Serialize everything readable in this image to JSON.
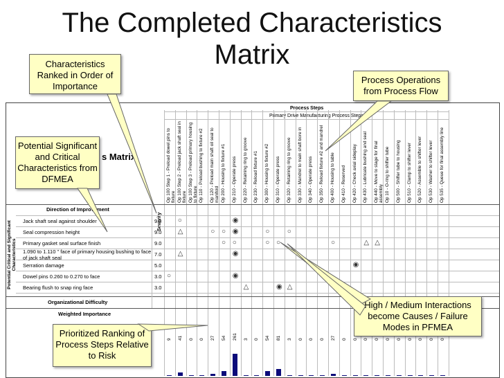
{
  "title_line1": "The Completed Characteristics",
  "title_line2": "Matrix",
  "matrix": {
    "process_steps_header": "Process Steps",
    "subheader": "Primary Drive Manufacturing Process Steps",
    "side_label": "Potential Critical and Significant Characteristics",
    "partial_title": "s Matrix",
    "direction_label": "Direction of Improvement",
    "severity_header": "Severity",
    "org_difficulty_label": "Organizational Difficulty",
    "weighted_importance_label": "Weighted Importance",
    "columns": [
      "Op 100 Step 1 - Preload dowel pins to fixture",
      "Op 100 Step 2 - Preload jack shaft seal in fixture",
      "Op 100 Step 3 - Preload primary housing to fixture",
      "Op 110 - Preload bushing to fixture #2",
      "Op 120 - Preload main shaft oil seal to manifold",
      "Op 200 - Housing to fixture #1",
      "Op 210 - Operate press",
      "Op 220 - Retaining ring to groove",
      "Op 230 - Reload fixture #1",
      "Op 300 - Housing to fixture #2",
      "Op 310 - Operate press",
      "Op 320 - Retaining ring to groove",
      "Op 330 - Mandrel to main shaft bore in",
      "Op 340 - Operate press",
      "Op 350 - Reload fixture #2 and mandrel",
      "Op 400 - Housing to table",
      "Op 410 - Reserved",
      "Op 420 - Check axial sideplay",
      "Op 430 - Lubricate bushing and seal",
      "Op 440 - Move to stage for final assembly",
      "Op 10 - O-ring to shifter tube",
      "Op 500 - Shifter tube to housing",
      "Op 510 - Clamp to shifter lever",
      "Op 520 - Assemble to shifter lever",
      "Op 530 - Washer to shifter lever",
      "Op 535 - Queue for final assembly line"
    ],
    "rows": [
      {
        "label": "Jack shaft seal against shoulder",
        "severity": "9.0"
      },
      {
        "label": "Seal compression height",
        "severity": "9.0"
      },
      {
        "label": "Primary gasket seal surface finish",
        "severity": "9.0"
      },
      {
        "label": "1.090 to 1.110 \" face of primary housing bushing to face of jack shaft seal",
        "severity": "7.0"
      },
      {
        "label": "Serration damage",
        "severity": "5.0"
      },
      {
        "label": "Dowel pins 0.260 to 0.270 to face",
        "severity": "3.0"
      },
      {
        "label": "Bearing flush to snap ring face",
        "severity": "3.0"
      }
    ],
    "weighted_values": [
      "9",
      "41",
      "0",
      "0",
      "27",
      "54",
      "261",
      "3",
      "0",
      "54",
      "81",
      "3",
      "0",
      "0",
      "0",
      "27",
      "0",
      "0",
      "0",
      "0",
      "0",
      "0",
      "0",
      "0",
      "0",
      "0"
    ]
  },
  "chart_data": {
    "type": "bar",
    "categories": [
      "Op 100 S1",
      "Op 100 S2",
      "Op 100 S3",
      "Op 110",
      "Op 120",
      "Op 200",
      "Op 210",
      "Op 220",
      "Op 230",
      "Op 300",
      "Op 310",
      "Op 320",
      "Op 330",
      "Op 340",
      "Op 350",
      "Op 400",
      "Op 410",
      "Op 420",
      "Op 430",
      "Op 440",
      "Op 10",
      "Op 500",
      "Op 510",
      "Op 520",
      "Op 530",
      "Op 535"
    ],
    "values": [
      9,
      41,
      0,
      0,
      27,
      54,
      261,
      3,
      0,
      54,
      81,
      3,
      0,
      0,
      0,
      27,
      0,
      0,
      0,
      0,
      0,
      0,
      0,
      0,
      0,
      0
    ],
    "ylim": [
      0,
      261
    ]
  },
  "callouts": {
    "ranked": "Characteristics Ranked in Order of Importance",
    "process_ops": "Process Operations from Process Flow",
    "dfmea": "Potential Significant and Critical Characteristics from DFMEA",
    "interactions": "High / Medium Interactions become Causes / Failure Modes in PFMEA",
    "ranking": "Prioritized Ranking of Process Steps Relative to Risk"
  },
  "symbols": [
    {
      "row": 0,
      "col": 1,
      "glyph": "○"
    },
    {
      "row": 0,
      "col": 6,
      "glyph": "◉"
    },
    {
      "row": 1,
      "col": 1,
      "glyph": "△"
    },
    {
      "row": 1,
      "col": 4,
      "glyph": "○"
    },
    {
      "row": 1,
      "col": 5,
      "glyph": "○"
    },
    {
      "row": 1,
      "col": 6,
      "glyph": "◉"
    },
    {
      "row": 1,
      "col": 9,
      "glyph": "○"
    },
    {
      "row": 1,
      "col": 11,
      "glyph": "○"
    },
    {
      "row": 2,
      "col": 5,
      "glyph": "○"
    },
    {
      "row": 2,
      "col": 6,
      "glyph": "○"
    },
    {
      "row": 2,
      "col": 9,
      "glyph": "○"
    },
    {
      "row": 2,
      "col": 10,
      "glyph": "○"
    },
    {
      "row": 2,
      "col": 15,
      "glyph": "○"
    },
    {
      "row": 2,
      "col": 18,
      "glyph": "△"
    },
    {
      "row": 2,
      "col": 19,
      "glyph": "△"
    },
    {
      "row": 3,
      "col": 1,
      "glyph": "△"
    },
    {
      "row": 3,
      "col": 6,
      "glyph": "◉"
    },
    {
      "row": 4,
      "col": 17,
      "glyph": "◉"
    },
    {
      "row": 5,
      "col": 0,
      "glyph": "○"
    },
    {
      "row": 5,
      "col": 6,
      "glyph": "◉"
    },
    {
      "row": 6,
      "col": 7,
      "glyph": "△"
    },
    {
      "row": 6,
      "col": 10,
      "glyph": "◉"
    },
    {
      "row": 6,
      "col": 11,
      "glyph": "△"
    }
  ]
}
